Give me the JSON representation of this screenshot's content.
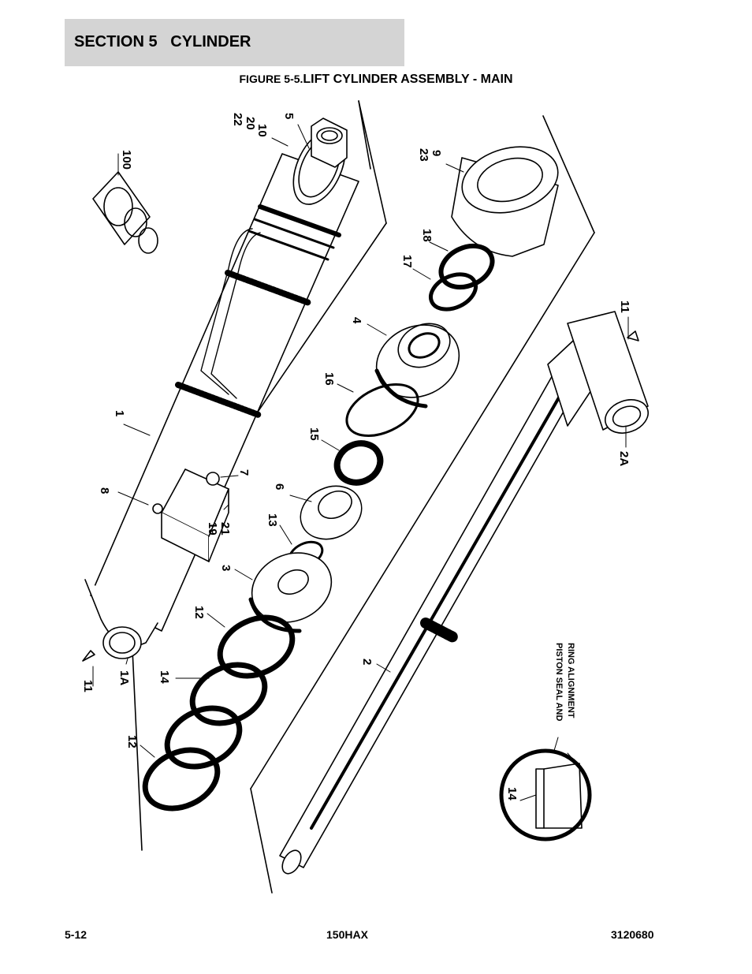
{
  "header": {
    "section_title": "SECTION 5   CYLINDER"
  },
  "figure": {
    "prefix": "FIGURE 5-5.",
    "title": "LIFT CYLINDER ASSEMBLY - MAIN"
  },
  "callouts": {
    "c100": "100",
    "c22": "22",
    "c20": "20",
    "c10": "10",
    "c5": "5",
    "c23": "23",
    "c9": "9",
    "c18": "18",
    "c17": "17",
    "c4": "4",
    "c11r": "11",
    "c1": "1",
    "c16": "16",
    "c15": "15",
    "c8": "8",
    "c7": "7",
    "c19": "19",
    "c21": "21",
    "c6": "6",
    "c13": "13",
    "c3": "3",
    "c2A": "2A",
    "c12a": "12",
    "c12b": "12",
    "c14": "14",
    "c11l": "11",
    "c1A": "1A",
    "c2": "2",
    "c14d": "14"
  },
  "detail": {
    "line1": "PISTON SEAL AND",
    "line2": "RING  ALIGNMENT"
  },
  "footer": {
    "page": "5-12",
    "model": "150HAX",
    "doc_number": "3120680"
  }
}
